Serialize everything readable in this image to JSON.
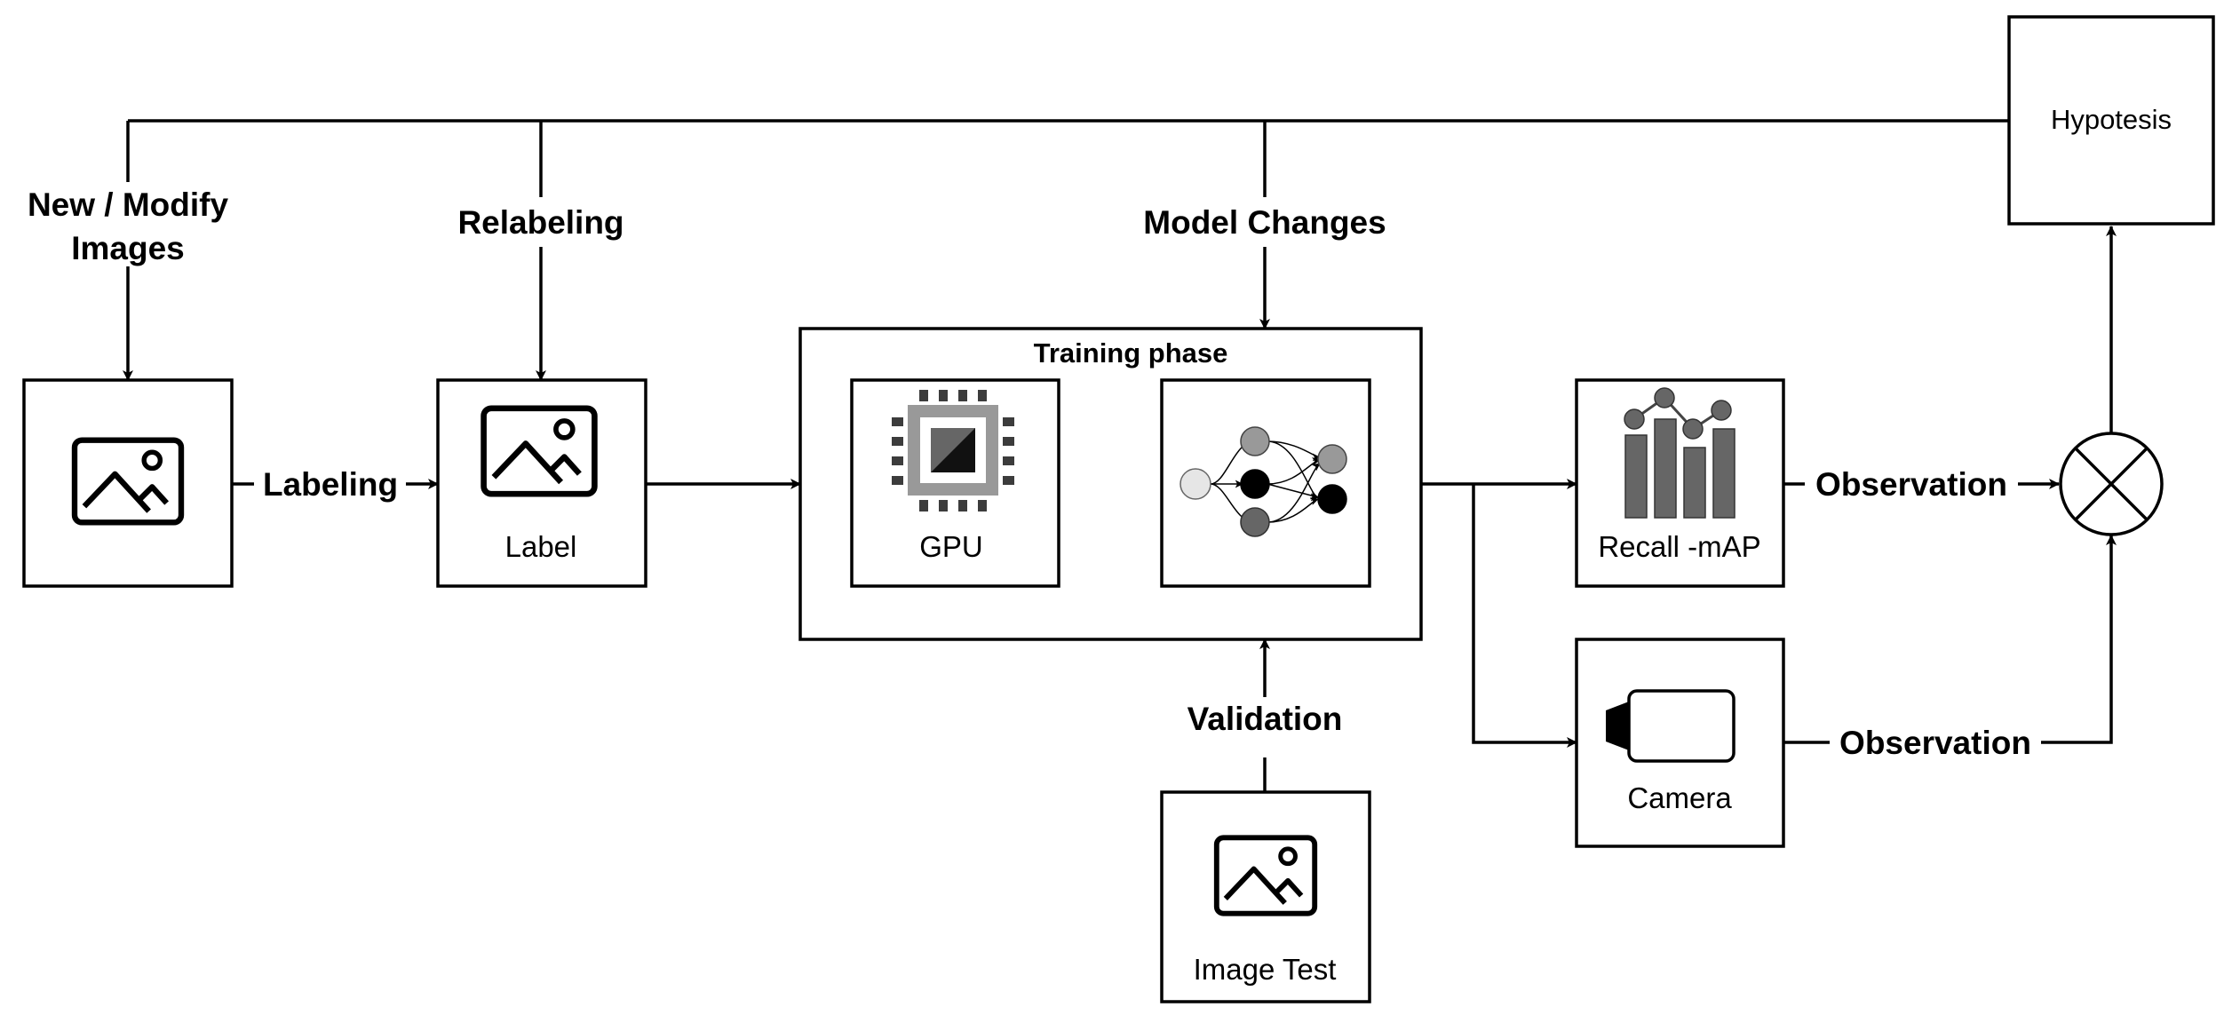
{
  "hypothesis": "Hypotesis",
  "feedback_labels": {
    "images_line1": "New / Modify",
    "images_line2": "Images",
    "relabeling": "Relabeling",
    "model_changes": "Model Changes"
  },
  "flow_labels": {
    "labeling": "Labeling",
    "validation": "Validation",
    "observation_metrics": "Observation",
    "observation_camera": "Observation"
  },
  "training": {
    "title": "Training phase",
    "gpu_label": "GPU"
  },
  "nodes": {
    "label_box": "Label",
    "metrics_box": "Recall -mAP",
    "camera_box": "Camera",
    "test_box": "Image Test"
  },
  "icons": {
    "input_image": "image-icon",
    "label_image": "image-icon",
    "gpu": "gpu-chip-icon",
    "model": "neural-network-icon",
    "metrics": "bar-line-chart-icon",
    "camera": "video-camera-icon",
    "test_image": "image-icon",
    "comparator": "summing-junction-icon"
  },
  "colors": {
    "line": "#000000",
    "box_fill": "#ffffff",
    "gpu_chip": "#999999",
    "gpu_pins": "#3c3c3c",
    "bar_fill": "#666666",
    "node_light": "#e6e6e6",
    "node_mid": "#999999",
    "node_dark": "#666666",
    "node_black": "#000000"
  }
}
